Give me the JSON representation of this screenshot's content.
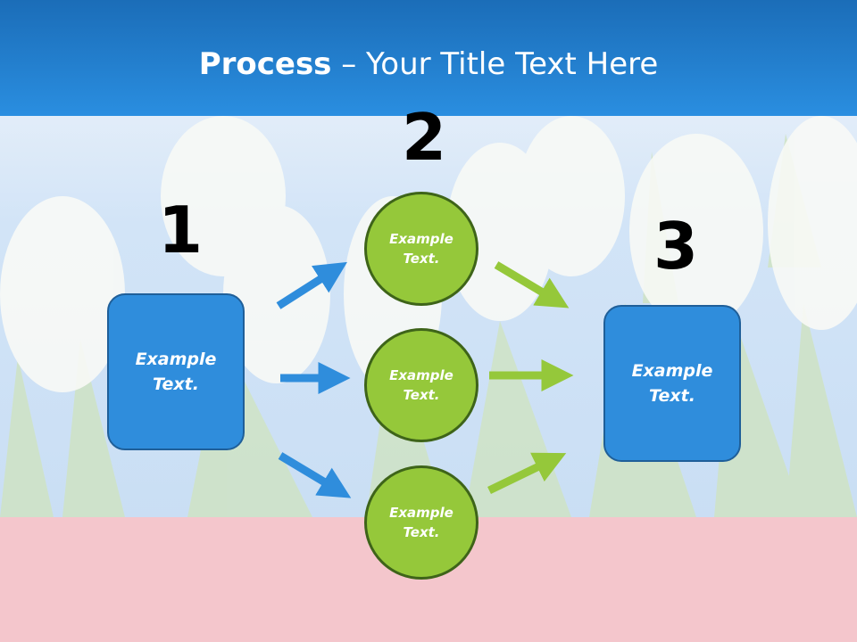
{
  "title": {
    "bold": "Process",
    "rest": " – Your Title Text Here"
  },
  "steps": [
    {
      "number": "1",
      "text": "Example\nText."
    },
    {
      "number": "2",
      "texts": [
        "Example\nText.",
        "Example\nText.",
        "Example\nText."
      ]
    },
    {
      "number": "3",
      "text": "Example\nText."
    }
  ],
  "colors": {
    "header_blue": "#1e74c4",
    "box_blue": "#2f8ddc",
    "circle_green": "#95c83a",
    "arrow_blue": "#2f8ddc",
    "arrow_green": "#95c83a",
    "footer_pink": "#f4c6cc"
  }
}
